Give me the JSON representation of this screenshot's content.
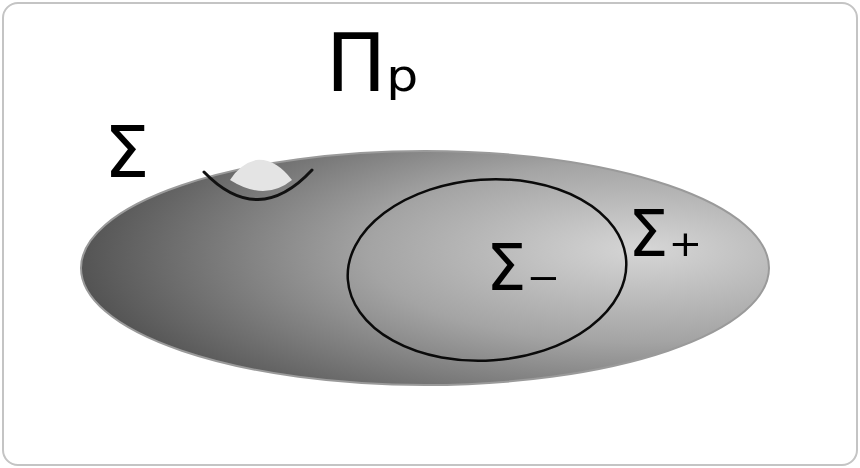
{
  "diagram": {
    "nodes": [
      {
        "text": [
          "Σ",
          "Σ₊"
        ]
      },
      {
        "text": [
          "Σ₋"
        ],
        "in": 0
      }
    ],
    "labels": [
      "Πₚ"
    ]
  }
}
